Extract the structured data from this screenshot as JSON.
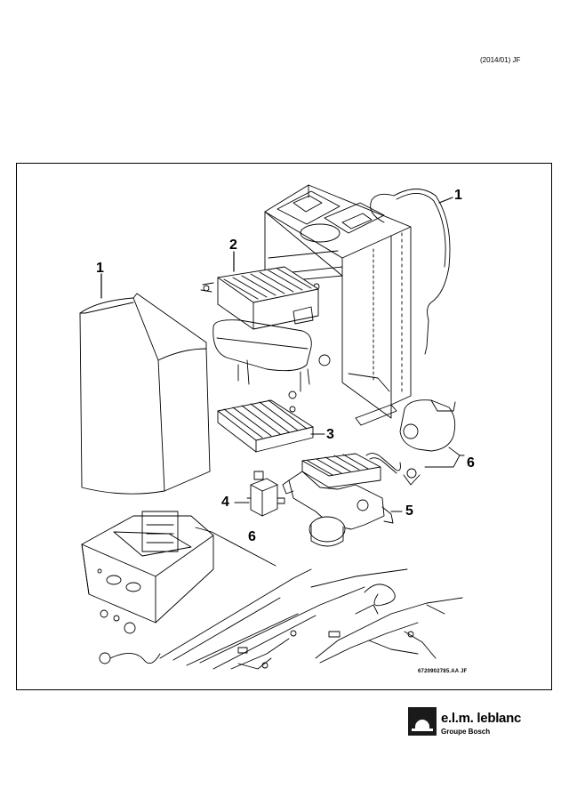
{
  "header": {
    "date_code": "(2014/01) JF"
  },
  "diagram": {
    "callouts": {
      "casing_left": "1",
      "cable_right": "1",
      "heat_exchanger": "2",
      "burner": "3",
      "gas_valve": "4",
      "hydraulic_block": "5",
      "fan_group": "6",
      "wiring": "6"
    },
    "document_ref": "6720902785.AA  JF"
  },
  "logo": {
    "brand": "e.l.m. leblanc",
    "group": "Groupe Bosch"
  },
  "colors": {
    "ink": "#000000",
    "paper": "#ffffff",
    "logo_dark": "#1a1a1a"
  }
}
